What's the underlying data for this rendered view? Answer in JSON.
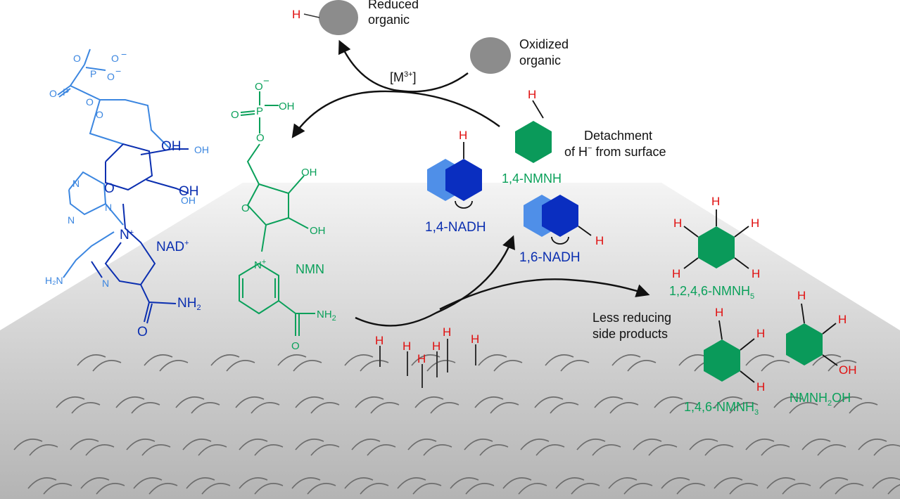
{
  "colors": {
    "nad_blue": "#0b2fb0",
    "nad_light_blue": "#3b86e0",
    "nmn_green": "#0aa05a",
    "hydrogen_red": "#e01010",
    "organic_gray": "#8c8c8c",
    "surface_gray": "#c9c9c9"
  },
  "organics": {
    "reduced_line1": "Reduced",
    "reduced_line2": "organic",
    "oxidized_line1": "Oxidized",
    "oxidized_line2": "organic",
    "h_label": "H"
  },
  "catalyst": {
    "prefix": "[M",
    "sup": "3+",
    "suffix": "]"
  },
  "nad": {
    "name": "NAD",
    "name_sup": "+",
    "O": "O",
    "P": "P",
    "N": "N",
    "OH": "OH",
    "H2N": "H₂N",
    "NH": "NH",
    "NH_sub": "2",
    "O_minus": "−",
    "N_plus": "+"
  },
  "nmn": {
    "name": "NMN",
    "O": "O",
    "P": "P",
    "OH": "OH",
    "N": "N",
    "N_plus": "+",
    "NH": "NH",
    "NH_sub": "2",
    "O_minus": "−"
  },
  "detachment": {
    "line1": "Detachment",
    "line2_a": "of H",
    "line2_sup": "−",
    "line2_b": " from surface"
  },
  "products": {
    "nadh14": "1,4-NADH",
    "nadh16": "1,6-NADH",
    "nmnh14": "1,4-NMNH",
    "nmnh5_main": "1,2,4,6-NMNH",
    "nmnh5_sub": "5",
    "nmnh3_main": "1,4,6-NMNH",
    "nmnh3_sub": "3",
    "nmnh2oh_a": "NMNH",
    "nmnh2oh_sub": "2",
    "nmnh2oh_b": "OH",
    "oh": "OH",
    "h": "H"
  },
  "side_products": {
    "line1": "Less reducing",
    "line2": "side products"
  },
  "surface": {
    "h": "H"
  }
}
